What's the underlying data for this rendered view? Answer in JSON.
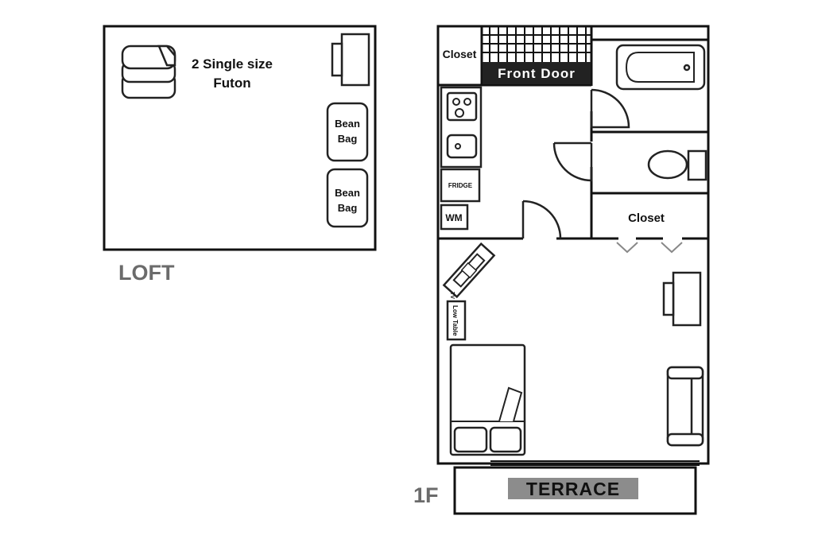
{
  "loft": {
    "futon_label_line1": "2 Single size",
    "futon_label_line2": "Futon",
    "bean_bag_1_line1": "Bean",
    "bean_bag_1_line2": "Bag",
    "bean_bag_2_line1": "Bean",
    "bean_bag_2_line2": "Bag",
    "floor_label": "LOFT"
  },
  "first_floor": {
    "closet_top": "Closet",
    "front_door": "Front Door",
    "closet_mid": "Closet",
    "fridge": "FRIDGE",
    "washing_machine": "WM",
    "tv_label": "TV",
    "low_table": "Low Table",
    "floor_label": "1F",
    "terrace": "TERRACE"
  },
  "colors": {
    "wall": "#111111",
    "label_gray": "#6b6b6b",
    "front_door_bg": "#222222",
    "terrace_bg": "#8c8c8c"
  }
}
